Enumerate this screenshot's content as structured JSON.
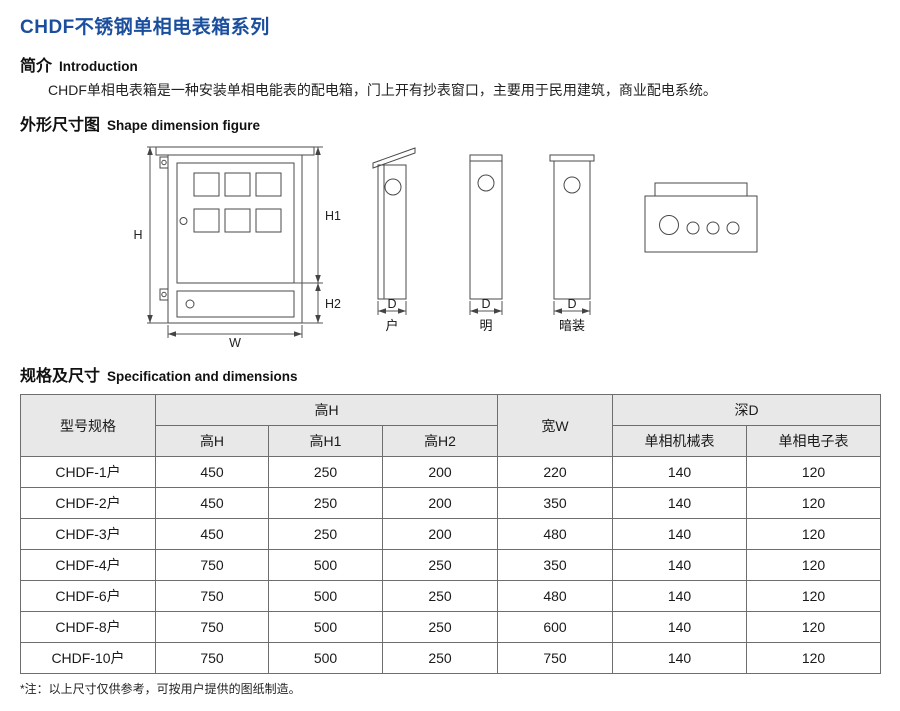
{
  "page": {
    "title": "CHDF不锈钢单相电表箱系列",
    "accent_color": "#1b4f9e",
    "table_header_bg": "#e8e8e8"
  },
  "intro": {
    "heading_zh": "简介",
    "heading_en": "Introduction",
    "body": "CHDF单相电表箱是一种安装单相电能表的配电箱，门上开有抄表窗口，主要用于民用建筑，商业配电系统。"
  },
  "figure": {
    "heading_zh": "外形尺寸图",
    "heading_en": "Shape dimension figure",
    "dim_h": "H",
    "dim_h1": "H1",
    "dim_h2": "H2",
    "dim_w": "W",
    "dim_d1": "D",
    "dim_d2": "D",
    "dim_d3": "D",
    "mount_label_1": "户",
    "mount_label_2": "明",
    "mount_label_3": "暗装"
  },
  "spec": {
    "heading_zh": "规格及尺寸",
    "heading_en": "Specification and dimensions",
    "note": "*注：以上尺寸仅供参考，可按用户提供的图纸制造。",
    "table": {
      "col_model": "型号规格",
      "group_height": "高H",
      "group_width": "宽W",
      "group_depth": "深D",
      "sub_h": "高H",
      "sub_h1": "高H1",
      "sub_h2": "高H2",
      "sub_mech": "单相机械表",
      "sub_elec": "单相电子表",
      "rows": [
        {
          "model": "CHDF-1户",
          "h": "450",
          "h1": "250",
          "h2": "200",
          "w": "220",
          "mech": "140",
          "elec": "120"
        },
        {
          "model": "CHDF-2户",
          "h": "450",
          "h1": "250",
          "h2": "200",
          "w": "350",
          "mech": "140",
          "elec": "120"
        },
        {
          "model": "CHDF-3户",
          "h": "450",
          "h1": "250",
          "h2": "200",
          "w": "480",
          "mech": "140",
          "elec": "120"
        },
        {
          "model": "CHDF-4户",
          "h": "750",
          "h1": "500",
          "h2": "250",
          "w": "350",
          "mech": "140",
          "elec": "120"
        },
        {
          "model": "CHDF-6户",
          "h": "750",
          "h1": "500",
          "h2": "250",
          "w": "480",
          "mech": "140",
          "elec": "120"
        },
        {
          "model": "CHDF-8户",
          "h": "750",
          "h1": "500",
          "h2": "250",
          "w": "600",
          "mech": "140",
          "elec": "120"
        },
        {
          "model": "CHDF-10户",
          "h": "750",
          "h1": "500",
          "h2": "250",
          "w": "750",
          "mech": "140",
          "elec": "120"
        }
      ]
    }
  }
}
